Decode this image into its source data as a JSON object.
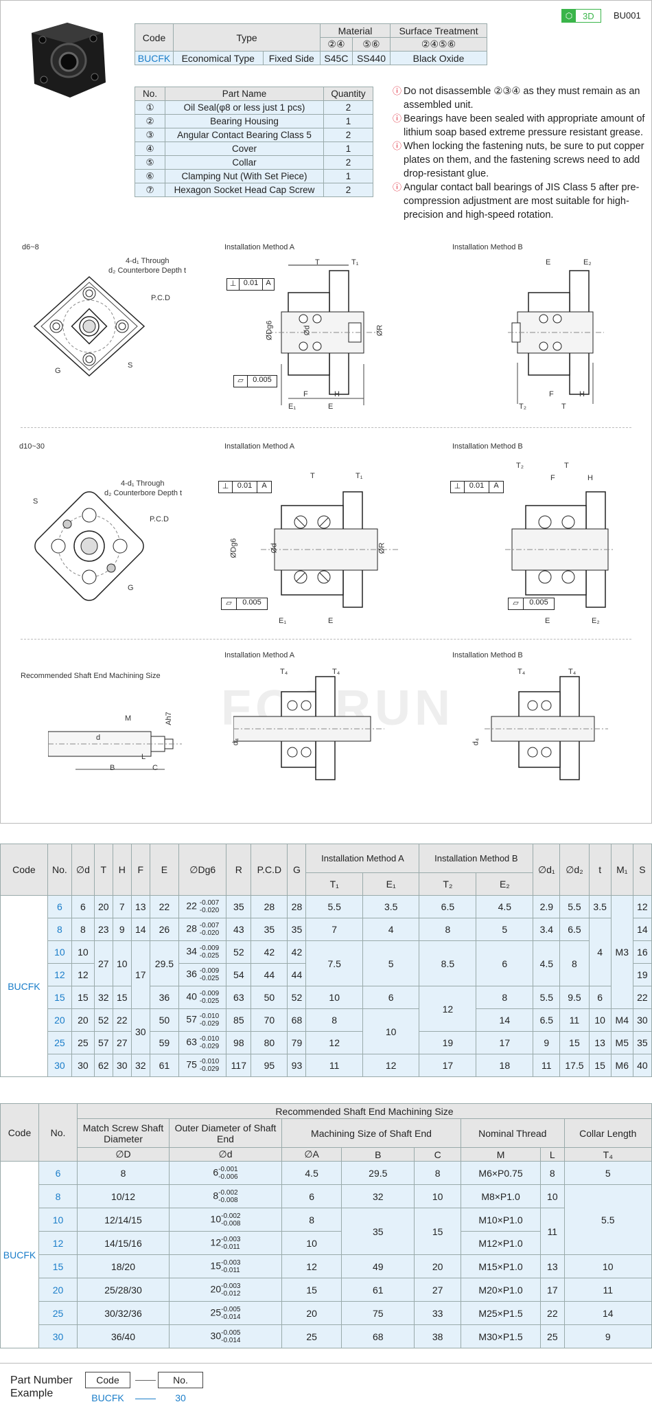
{
  "header": {
    "badge_3d": "3D",
    "code": "BU001"
  },
  "material_table": {
    "headers": {
      "code": "Code",
      "type": "Type",
      "material": "Material",
      "surface": "Surface Treatment"
    },
    "subheaders": {
      "m1": "②④",
      "m2": "⑤⑥",
      "s1": "②④⑤⑥"
    },
    "row": {
      "code": "BUCFK",
      "type1": "Economical Type",
      "type2": "Fixed Side",
      "m1": "S45C",
      "m2": "SS440",
      "s1": "Black Oxide"
    }
  },
  "parts_table": {
    "headers": {
      "no": "No.",
      "name": "Part Name",
      "qty": "Quantity"
    },
    "rows": [
      {
        "no": "①",
        "name": "Oil Seal(φ8 or less just 1 pcs)",
        "qty": "2"
      },
      {
        "no": "②",
        "name": "Bearing Housing",
        "qty": "1"
      },
      {
        "no": "③",
        "name": "Angular Contact Bearing Class 5",
        "qty": "2"
      },
      {
        "no": "④",
        "name": "Cover",
        "qty": "1"
      },
      {
        "no": "⑤",
        "name": "Collar",
        "qty": "2"
      },
      {
        "no": "⑥",
        "name": "Clamping Nut (With Set Piece)",
        "qty": "1"
      },
      {
        "no": "⑦",
        "name": "Hexagon Socket Head Cap Screw",
        "qty": "2"
      }
    ]
  },
  "notes": [
    "Do not disassemble ②③④ as they must remain as an assembled unit.",
    "Bearings have been sealed with appropriate amount of lithium soap based extreme pressure resistant grease.",
    "When locking the fastening nuts, be sure to put copper plates on them, and the fastening screws need to add drop-resistant glue.",
    "Angular contact ball bearings of JIS Class 5 after pre-compression adjustment are most suitable for high-precision and high-speed rotation."
  ],
  "drawings": {
    "range1": "d6~8",
    "range2": "d10~30",
    "method_a": "Installation Method A",
    "method_b": "Installation Method B",
    "through": "4-d₁ Through",
    "counterbore": "d₂ Counterbore Depth t",
    "pcd": "P.C.D",
    "shaft_title": "Recommended Shaft End Machining Size",
    "tol1": "0.01",
    "tol2": "0.005",
    "datum": "A",
    "lbl": {
      "T": "T",
      "T1": "T₁",
      "T2": "T₂",
      "T4": "T₄",
      "E": "E",
      "E1": "E₁",
      "E2": "E₂",
      "F": "F",
      "H": "H",
      "R": "ØR",
      "d": "Ød",
      "Dg6": "ØDg6",
      "G": "G",
      "S": "S",
      "M": "M",
      "L": "L",
      "B": "B",
      "C": "C",
      "A": "Ah7",
      "d4": "d₄",
      "dd": "d"
    },
    "watermark": "FOSRUN"
  },
  "spec_table": {
    "headers": [
      "Code",
      "No.",
      "∅d",
      "T",
      "H",
      "F",
      "E",
      "∅Dg6",
      "R",
      "P.C.D",
      "G",
      "Installation Method A",
      "Installation Method B",
      "∅d₁",
      "∅d₂",
      "t",
      "M₁",
      "S"
    ],
    "sub": [
      "T₁",
      "E₁",
      "T₂",
      "E₂"
    ],
    "code": "BUCFK",
    "rows": [
      {
        "no": "6",
        "d": "6",
        "T": "20",
        "H": "7",
        "F": "13",
        "E": "22",
        "D": "22",
        "Dt": "-0.007",
        "Db": "-0.020",
        "R": "35",
        "P": "28",
        "G": "28",
        "T1": "5.5",
        "E1": "3.5",
        "T2": "6.5",
        "E2": "4.5",
        "d1": "2.9",
        "d2": "5.5",
        "t": "3.5",
        "S": "12"
      },
      {
        "no": "8",
        "d": "8",
        "T": "23",
        "H": "9",
        "F": "14",
        "E": "26",
        "D": "28",
        "Dt": "-0.007",
        "Db": "-0.020",
        "R": "43",
        "P": "35",
        "G": "35",
        "T1": "7",
        "E1": "4",
        "T2": "8",
        "E2": "5",
        "d1": "3.4",
        "d2": "6.5",
        "S": "14"
      },
      {
        "no": "10",
        "d": "10",
        "E": "29.5",
        "D": "34",
        "Dt": "-0.009",
        "Db": "-0.025",
        "R": "52",
        "P": "42",
        "G": "42",
        "S": "16"
      },
      {
        "no": "12",
        "d": "12",
        "D": "36",
        "Dt": "-0.009",
        "Db": "-0.025",
        "R": "54",
        "P": "44",
        "G": "44",
        "S": "19"
      },
      {
        "no": "15",
        "d": "15",
        "T": "32",
        "H": "15",
        "E": "36",
        "D": "40",
        "Dt": "-0.009",
        "Db": "-0.025",
        "R": "63",
        "P": "50",
        "G": "52",
        "T1": "10",
        "E1": "6",
        "E2": "8",
        "d1": "5.5",
        "d2": "9.5",
        "t": "6",
        "S": "22"
      },
      {
        "no": "20",
        "d": "20",
        "T": "52",
        "H": "22",
        "E": "50",
        "D": "57",
        "Dt": "-0.010",
        "Db": "-0.029",
        "R": "85",
        "P": "70",
        "G": "68",
        "T1": "8",
        "E2": "14",
        "d1": "6.5",
        "d2": "11",
        "t": "10",
        "M1": "M4",
        "S": "30"
      },
      {
        "no": "25",
        "d": "25",
        "T": "57",
        "H": "27",
        "E": "59",
        "D": "63",
        "Dt": "-0.010",
        "Db": "-0.029",
        "R": "98",
        "P": "80",
        "G": "79",
        "T1": "12",
        "T2": "19",
        "E2": "17",
        "d1": "9",
        "d2": "15",
        "t": "13",
        "M1": "M5",
        "S": "35"
      },
      {
        "no": "30",
        "d": "30",
        "T": "62",
        "H": "30",
        "F": "32",
        "E": "61",
        "D": "75",
        "Dt": "-0.010",
        "Db": "-0.029",
        "R": "117",
        "P": "95",
        "G": "93",
        "T1": "11",
        "E1": "12",
        "T2": "17",
        "E2": "18",
        "d1": "11",
        "d2": "17.5",
        "t": "15",
        "M1": "M6",
        "S": "40"
      }
    ],
    "merged": {
      "T_10_12": "27",
      "H_10_12": "10",
      "F_10_15": "17",
      "F_20_25": "30",
      "T1_10_12": "7.5",
      "E1_10_12": "5",
      "T2_10_12": "8.5",
      "E2_10_12": "6",
      "d1_10_12": "4.5",
      "d2_10_12": "8",
      "t_8_12": "4",
      "M1_6_15": "M3",
      "E1_20_25": "10",
      "T2_15_20": "12"
    }
  },
  "shaft_table": {
    "title": "Recommended Shaft End Machining Size",
    "headers": {
      "code": "Code",
      "no": "No.",
      "match": "Match Screw Shaft Diameter",
      "outer": "Outer Diameter of Shaft End",
      "mach": "Machining Size of Shaft End",
      "thread": "Nominal Thread",
      "collar": "Collar Length"
    },
    "sub": {
      "D": "∅D",
      "d": "∅d",
      "A": "∅A",
      "B": "B",
      "C": "C",
      "M": "M",
      "L": "L",
      "T4": "T₄"
    },
    "code": "BUCFK",
    "rows": [
      {
        "no": "6",
        "D": "8",
        "d": "6",
        "dt": "-0.001",
        "db": "-0.006",
        "A": "4.5",
        "B": "29.5",
        "C": "8",
        "M": "M6×P0.75",
        "L": "8",
        "T4": "5"
      },
      {
        "no": "8",
        "D": "10/12",
        "d": "8",
        "dt": "-0.002",
        "db": "-0.008",
        "A": "6",
        "B": "32",
        "C": "10",
        "M": "M8×P1.0",
        "L": "10"
      },
      {
        "no": "10",
        "D": "12/14/15",
        "d": "10",
        "dt": "-0.002",
        "db": "-0.008",
        "A": "8",
        "M": "M10×P1.0"
      },
      {
        "no": "12",
        "D": "14/15/16",
        "d": "12",
        "dt": "-0.003",
        "db": "-0.011",
        "A": "10",
        "M": "M12×P1.0"
      },
      {
        "no": "15",
        "D": "18/20",
        "d": "15",
        "dt": "-0.003",
        "db": "-0.011",
        "A": "12",
        "B": "49",
        "C": "20",
        "M": "M15×P1.0",
        "L": "13",
        "T4": "10"
      },
      {
        "no": "20",
        "D": "25/28/30",
        "d": "20",
        "dt": "-0.003",
        "db": "-0.012",
        "A": "15",
        "B": "61",
        "C": "27",
        "M": "M20×P1.0",
        "L": "17",
        "T4": "11"
      },
      {
        "no": "25",
        "D": "30/32/36",
        "d": "25",
        "dt": "-0.005",
        "db": "-0.014",
        "A": "20",
        "B": "75",
        "C": "33",
        "M": "M25×P1.5",
        "L": "22",
        "T4": "14"
      },
      {
        "no": "30",
        "D": "36/40",
        "d": "30",
        "dt": "-0.005",
        "db": "-0.014",
        "A": "25",
        "B": "68",
        "C": "38",
        "M": "M30×P1.5",
        "L": "25",
        "T4": "9"
      }
    ],
    "merged": {
      "B_10_12": "35",
      "C_10_12": "15",
      "L_10_12": "11",
      "T4_8_12": "5.5"
    }
  },
  "example": {
    "title1": "Part Number",
    "title2": "Example",
    "code_label": "Code",
    "no_label": "No.",
    "code": "BUCFK",
    "no": "30"
  }
}
